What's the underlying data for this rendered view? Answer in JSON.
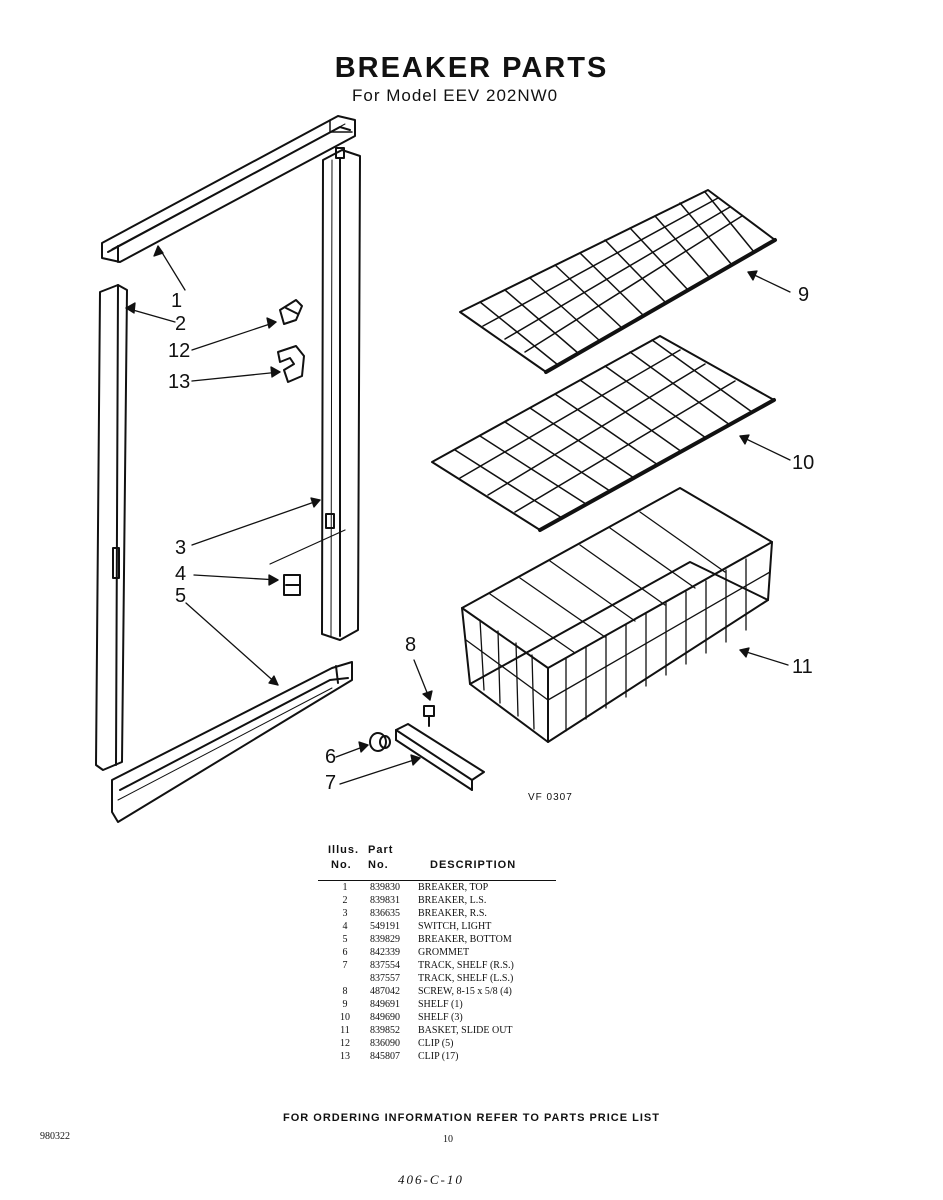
{
  "header": {
    "title": "BREAKER PARTS",
    "subtitle": "For Model EEV 202NW0"
  },
  "callouts": [
    "1",
    "2",
    "12",
    "13",
    "3",
    "4",
    "5",
    "9",
    "10",
    "8",
    "11",
    "6",
    "7"
  ],
  "diagram_code": "VF 0307",
  "parts_table": {
    "headers": {
      "illus_top": "Illus.",
      "illus_bottom": "No.",
      "part_top": "Part",
      "part_bottom": "No.",
      "description": "DESCRIPTION"
    },
    "rows": [
      {
        "no": "1",
        "part": "839830",
        "desc": "BREAKER, TOP"
      },
      {
        "no": "2",
        "part": "839831",
        "desc": "BREAKER, L.S."
      },
      {
        "no": "3",
        "part": "836635",
        "desc": "BREAKER, R.S."
      },
      {
        "no": "4",
        "part": "549191",
        "desc": "SWITCH, LIGHT"
      },
      {
        "no": "5",
        "part": "839829",
        "desc": "BREAKER, BOTTOM"
      },
      {
        "no": "6",
        "part": "842339",
        "desc": "GROMMET"
      },
      {
        "no": "7",
        "part": "837554",
        "desc": "TRACK, SHELF (R.S.)"
      },
      {
        "no": "",
        "part": "837557",
        "desc": "TRACK, SHELF (L.S.)"
      },
      {
        "no": "8",
        "part": "487042",
        "desc": "SCREW, 8-15 x 5/8 (4)"
      },
      {
        "no": "9",
        "part": "849691",
        "desc": "SHELF (1)"
      },
      {
        "no": "10",
        "part": "849690",
        "desc": "SHELF (3)"
      },
      {
        "no": "11",
        "part": "839852",
        "desc": "BASKET, SLIDE OUT"
      },
      {
        "no": "12",
        "part": "836090",
        "desc": "CLIP (5)"
      },
      {
        "no": "13",
        "part": "845807",
        "desc": "CLIP (17)"
      }
    ]
  },
  "footer": {
    "ordering_note": "FOR ORDERING INFORMATION REFER TO PARTS PRICE LIST",
    "doc_number": "980322",
    "page_number": "10",
    "handwritten_note": "406-C-10"
  }
}
